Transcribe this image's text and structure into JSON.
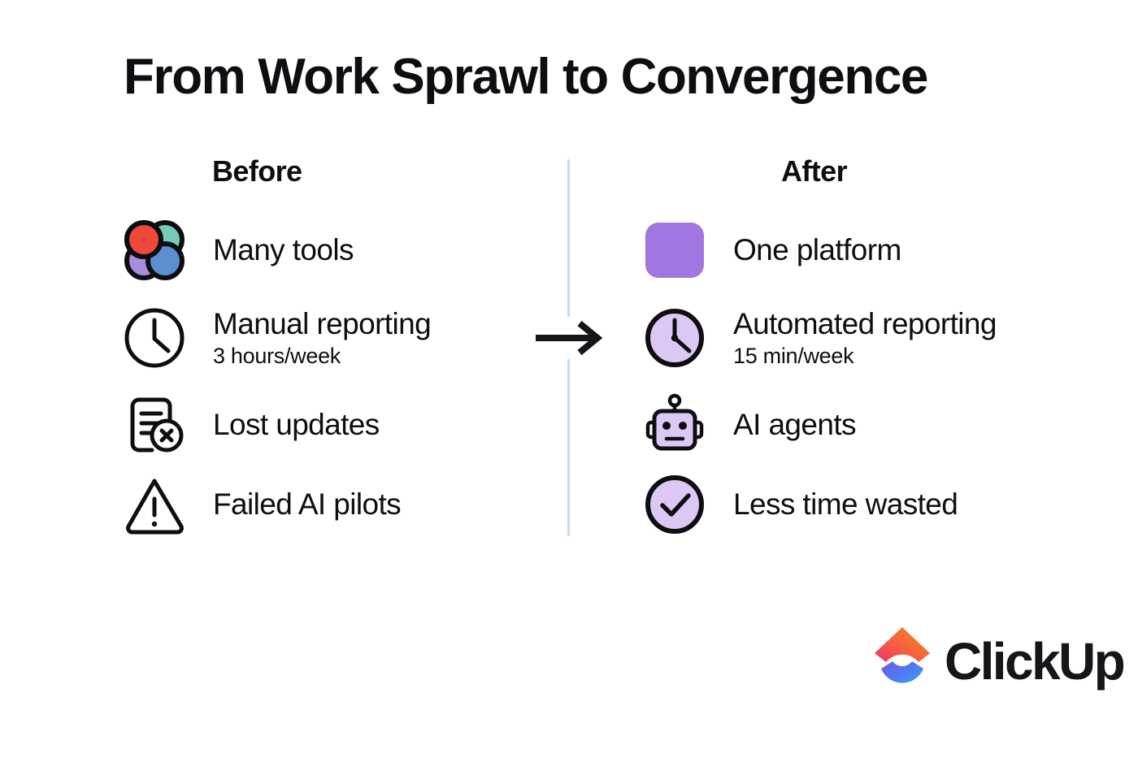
{
  "title": "From Work Sprawl to Convergence",
  "columns": {
    "before": {
      "header": "Before",
      "rows": [
        {
          "icon": "four-circles-icon",
          "label": "Many tools",
          "sub": ""
        },
        {
          "icon": "clock-outline-icon",
          "label": "Manual reporting",
          "sub": "3 hours/week"
        },
        {
          "icon": "document-error-icon",
          "label": "Lost updates",
          "sub": ""
        },
        {
          "icon": "warning-triangle-icon",
          "label": "Failed AI pilots",
          "sub": ""
        }
      ]
    },
    "after": {
      "header": "After",
      "rows": [
        {
          "icon": "purple-square-icon",
          "label": "One platform",
          "sub": ""
        },
        {
          "icon": "clock-filled-icon",
          "label": "Automated reporting",
          "sub": "15 min/week"
        },
        {
          "icon": "robot-icon",
          "label": "AI agents",
          "sub": ""
        },
        {
          "icon": "check-circle-icon",
          "label": "Less time wasted",
          "sub": ""
        }
      ]
    }
  },
  "divider_icon": "arrow-right-icon",
  "brand": {
    "name": "ClickUp",
    "logo_icon": "clickup-logo-icon"
  },
  "colors": {
    "background": "#ffffff",
    "text": "#0d0e12",
    "divider": "#c3dbf0",
    "tool_red": "#ee4a3c",
    "tool_teal": "#76ccb8",
    "tool_purple": "#a98be0",
    "tool_blue": "#5b8fd0",
    "accent_purple": "#a276e0",
    "accent_purple_light": "#ddc8f5",
    "logo_pink": "#f0336e",
    "logo_orange": "#fd7e14",
    "logo_blue": "#3b82f6",
    "logo_indigo": "#6366f1"
  }
}
